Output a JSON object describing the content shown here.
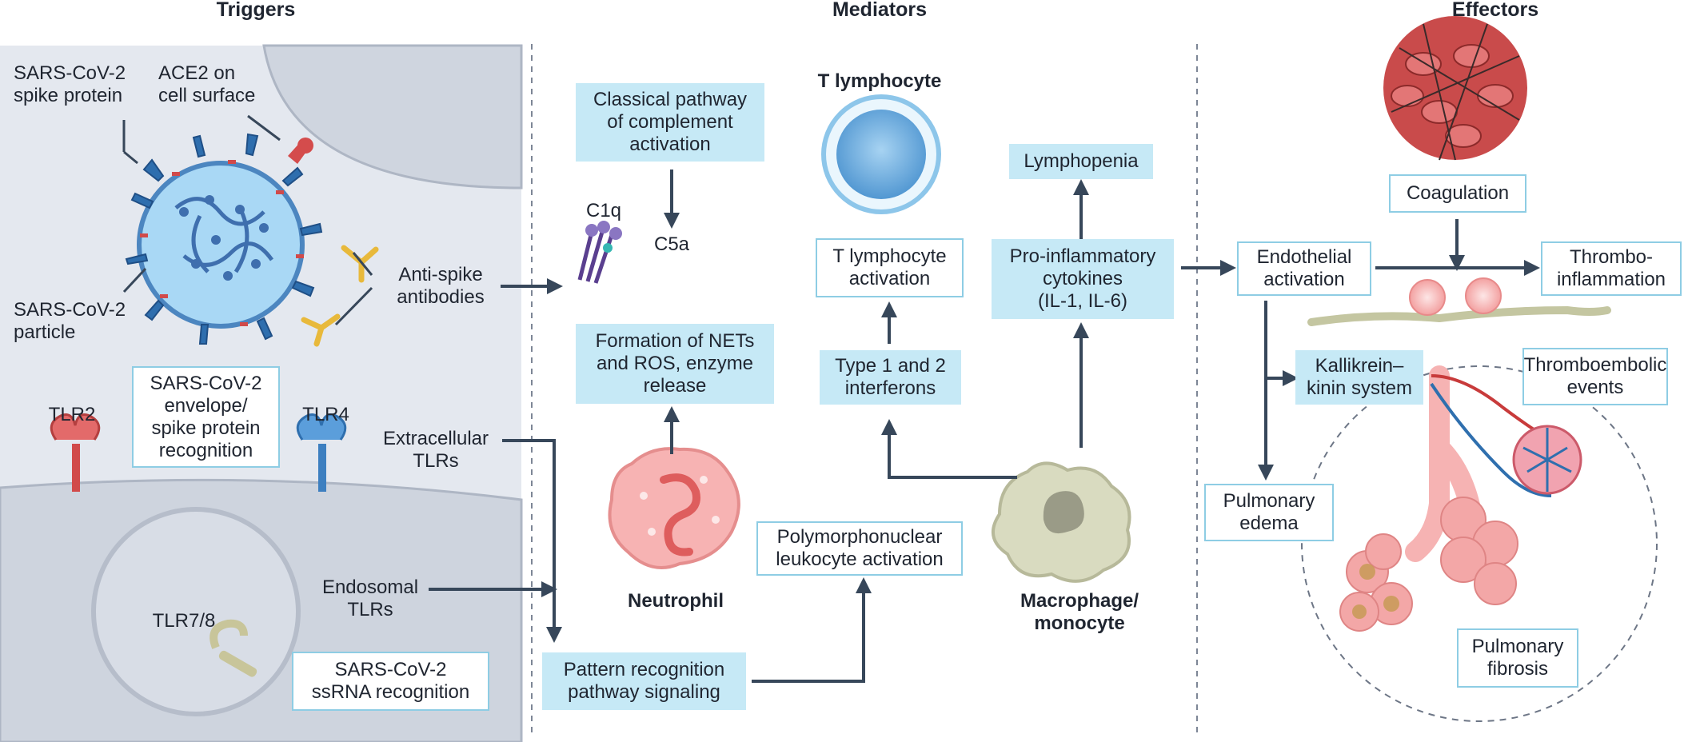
{
  "headers": {
    "triggers": "Triggers",
    "mediators": "Mediators",
    "effectors": "Effectors"
  },
  "triggers": {
    "spike_protein": "SARS-CoV-2\nspike protein",
    "ace2": "ACE2 on\ncell surface",
    "particle": "SARS-CoV-2\nparticle",
    "anti_spike": "Anti-spike\nantibodies",
    "tlr2": "TLR2",
    "tlr4": "TLR4",
    "envelope_recognition": "SARS-CoV-2\nenvelope/\nspike protein\nrecognition",
    "extracellular_tlrs": "Extracellular\nTLRs",
    "endosomal_tlrs": "Endosomal\nTLRs",
    "tlr78": "TLR7/8",
    "ssrna_recognition": "SARS-CoV-2\nssRNA recognition"
  },
  "mediators": {
    "complement": "Classical pathway\nof complement\nactivation",
    "c1q": "C1q",
    "c5a": "C5a",
    "t_lymphocyte_title": "T lymphocyte",
    "t_activation": "T lymphocyte\nactivation",
    "lymphopenia": "Lymphopenia",
    "cytokines": "Pro-inflammatory\ncytokines\n(IL-1, IL-6)",
    "nets": "Formation of NETs\nand ROS, enzyme\nrelease",
    "interferons": "Type 1 and 2\ninterferons",
    "neutrophil": "Neutrophil",
    "pmn_activation": "Polymorphonuclear\nleukocyte activation",
    "macrophage": "Macrophage/\nmonocyte",
    "prr_signaling": "Pattern recognition\npathway signaling"
  },
  "effectors": {
    "coagulation": "Coagulation",
    "endothelial": "Endothelial\nactivation",
    "thrombo": "Thrombo-\ninflammation",
    "kallikrein": "Kallikrein–\nkinin system",
    "thromboembolic": "Thromboembolic\nevents",
    "edema": "Pulmonary\nedema",
    "fibrosis": "Pulmonary\nfibrosis"
  }
}
